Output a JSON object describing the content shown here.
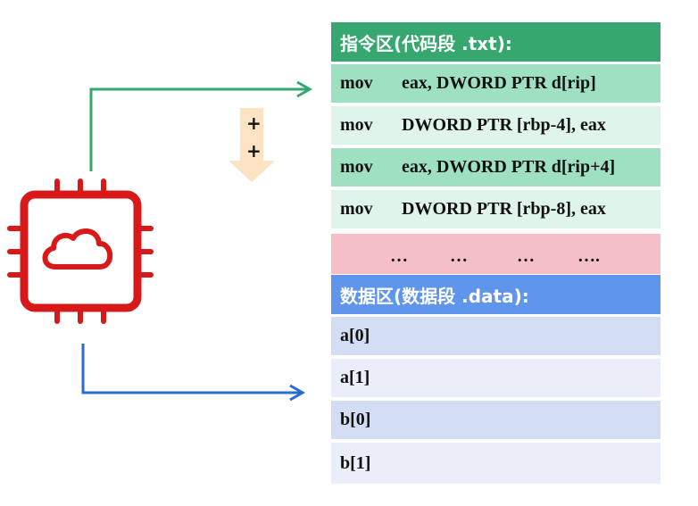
{
  "code_section": {
    "header": "指令区(代码段 .txt):",
    "rows": [
      {
        "op": "mov",
        "args": "eax, DWORD PTR d[rip]"
      },
      {
        "op": "mov",
        "args": "DWORD PTR [rbp-4], eax"
      },
      {
        "op": "mov",
        "args": "eax, DWORD PTR d[rip+4]"
      },
      {
        "op": "mov",
        "args": "DWORD PTR [rbp-8], eax"
      }
    ],
    "ellipsis": [
      "…",
      "…",
      "…",
      "…."
    ]
  },
  "data_section": {
    "header": "数据区(数据段 .data):",
    "rows": [
      "a[0]",
      "a[1]",
      "b[0]",
      "b[1]"
    ]
  },
  "pc_increment": {
    "symbols": [
      "+",
      "+"
    ]
  },
  "icons": {
    "cpu": "cpu-chip-cloud-icon"
  },
  "colors": {
    "code_header": "#36a86f",
    "code_row_dark": "#9fe0c2",
    "code_row_light": "#dff4ea",
    "ellipsis_row": "#f5bfc8",
    "data_header": "#5f95ea",
    "data_row_dark": "#d3ddf4",
    "data_row_light": "#e9eef9",
    "cpu": "#d8191a",
    "arrow_green": "#36a86f",
    "arrow_blue": "#2d6ad0",
    "increment_arrow": "#fde3c4"
  }
}
